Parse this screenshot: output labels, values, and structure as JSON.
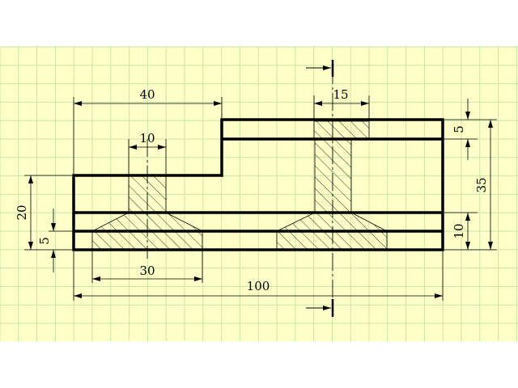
{
  "colors": {
    "paper": "#ffffc8",
    "grid": "#c8e6a8",
    "ink": "#000000"
  },
  "dimensions": {
    "top_left_width": "40",
    "top_flange_width": "15",
    "bottom_web_width": "10",
    "bottom_base_width": "30",
    "overall_width": "100",
    "left_height": "20",
    "left_low_height": "5",
    "right_top_thickness": "5",
    "right_overall_height": "35",
    "right_low_height": "10"
  }
}
